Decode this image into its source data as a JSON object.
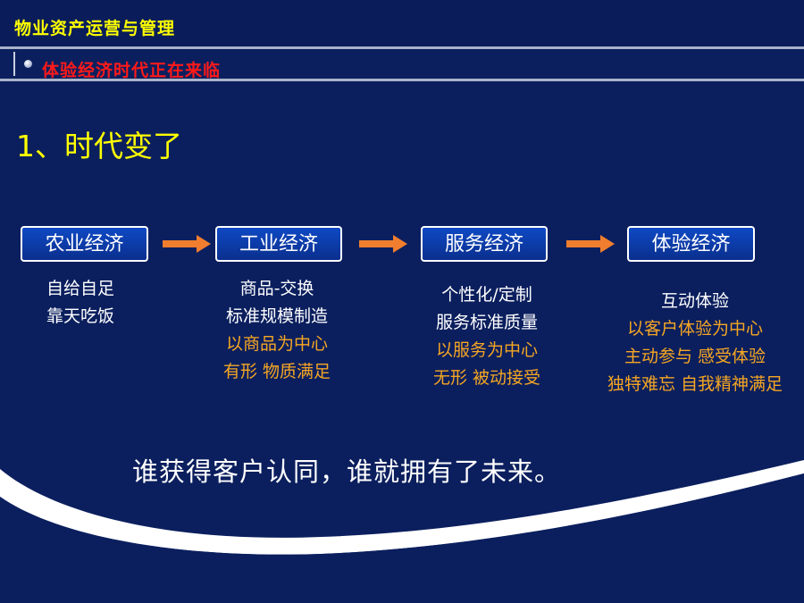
{
  "header": {
    "title": "物业资产运营与管理"
  },
  "subheader": {
    "title": "体验经济时代正在来临"
  },
  "heading": "1、时代变了",
  "stages": [
    {
      "label": "农业经济",
      "white": [
        "自给自足",
        "靠天吃饭"
      ],
      "orange": []
    },
    {
      "label": "工业经济",
      "white": [
        "商品-交换",
        "标准规模制造"
      ],
      "orange": [
        "以商品为中心",
        "有形  物质满足"
      ]
    },
    {
      "label": "服务经济",
      "white": [
        "个性化/定制",
        "服务标准质量"
      ],
      "orange": [
        "以服务为中心",
        "无形  被动接受"
      ]
    },
    {
      "label": "体验经济",
      "white": [
        "互动体验"
      ],
      "orange": [
        "以客户体验为中心",
        "主动参与  感受体验",
        "独特难忘  自我精神满足"
      ]
    }
  ],
  "tagline": "谁获得客户认同，谁就拥有了未来。",
  "colors": {
    "background": "#0b1f5e",
    "title_yellow": "#ffff00",
    "subtitle_red": "#ff1a1a",
    "arrow_orange": "#f07e2e",
    "text_orange": "#f5a623",
    "box_blue": "#0f49c4"
  }
}
